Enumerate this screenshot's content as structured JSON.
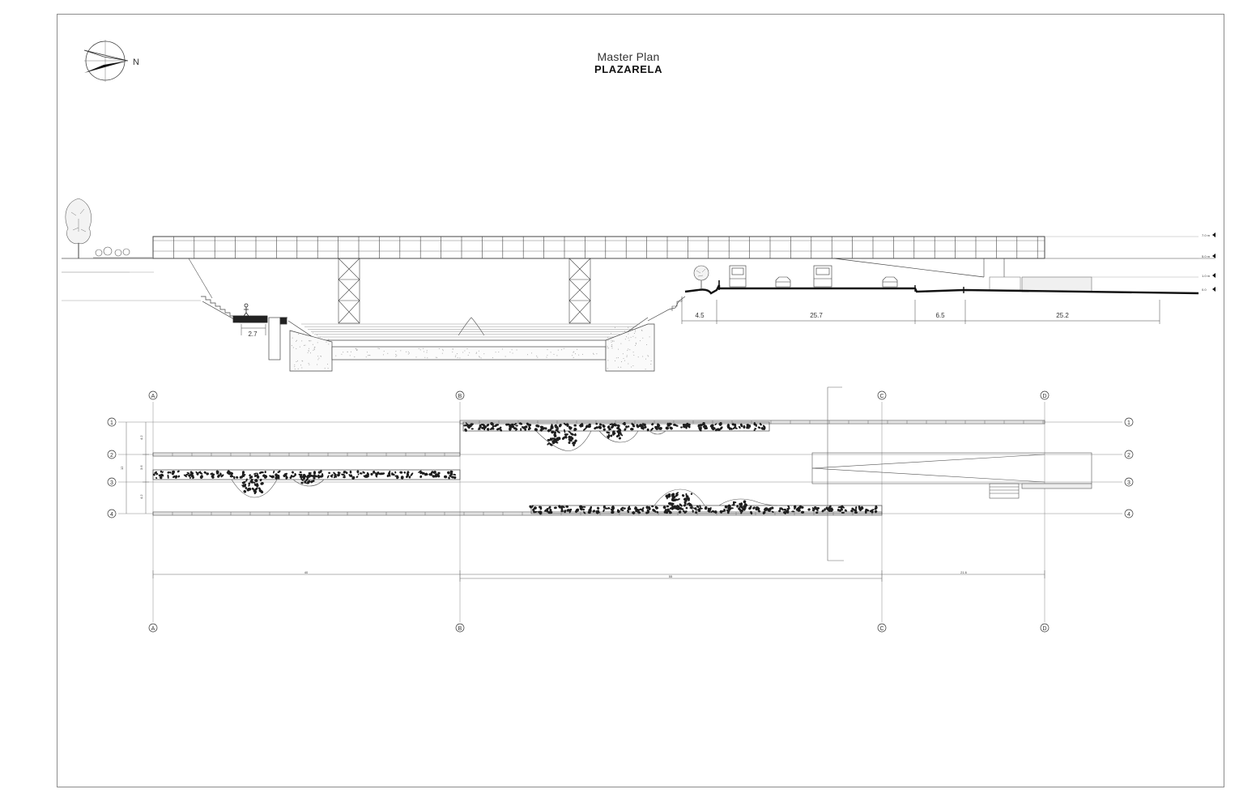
{
  "title": {
    "subtitle": "Master Plan",
    "name": "PLAZARELA"
  },
  "north_arrow": {
    "label": "N"
  },
  "section": {
    "dimensions": [
      "2.7",
      "4.5",
      "25.7",
      "6.5",
      "25.2"
    ],
    "level_marks": [
      "7.0 m",
      "5.0 m",
      "1.0 m",
      "0.0"
    ]
  },
  "plan": {
    "column_axes": [
      "A",
      "B",
      "C",
      "D"
    ],
    "row_axes": [
      "1",
      "2",
      "3",
      "4"
    ],
    "overall_dims": [
      "40",
      "55",
      "21.6"
    ],
    "row_dims": [
      "4.2",
      "3.6",
      "4.2"
    ],
    "total_width_dim": "12"
  },
  "colors": {
    "line": "#333333",
    "light_line": "#9a9a9a",
    "frame": "#8c8c8c",
    "planting": "#1e1e1e"
  }
}
